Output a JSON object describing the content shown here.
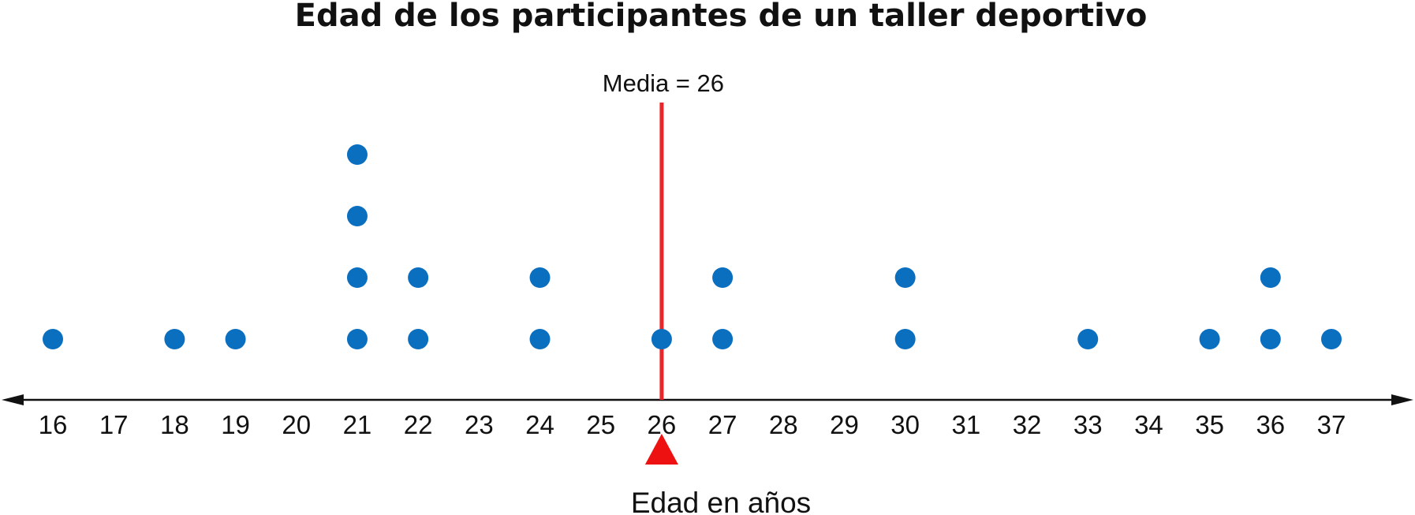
{
  "chart_data": {
    "type": "scatter",
    "title": "Edad de los participantes de un taller deportivo",
    "xlabel": "Edad en años",
    "ylabel": "",
    "xlim": [
      16,
      37
    ],
    "x_ticks": [
      16,
      17,
      18,
      19,
      20,
      21,
      22,
      23,
      24,
      25,
      26,
      27,
      28,
      29,
      30,
      31,
      32,
      33,
      34,
      35,
      36,
      37
    ],
    "grid": false,
    "points": [
      {
        "x": 16,
        "count": 1
      },
      {
        "x": 18,
        "count": 1
      },
      {
        "x": 19,
        "count": 1
      },
      {
        "x": 21,
        "count": 4
      },
      {
        "x": 22,
        "count": 2
      },
      {
        "x": 24,
        "count": 2
      },
      {
        "x": 26,
        "count": 1
      },
      {
        "x": 27,
        "count": 2
      },
      {
        "x": 30,
        "count": 2
      },
      {
        "x": 33,
        "count": 1
      },
      {
        "x": 35,
        "count": 1
      },
      {
        "x": 36,
        "count": 2
      },
      {
        "x": 37,
        "count": 1
      }
    ],
    "mean": {
      "value": 26,
      "label": "Media = 26"
    }
  },
  "colors": {
    "dot": "#0b6fc0",
    "mean_line": "#e8262b",
    "marker": "#ee1111",
    "axis": "#111111"
  }
}
